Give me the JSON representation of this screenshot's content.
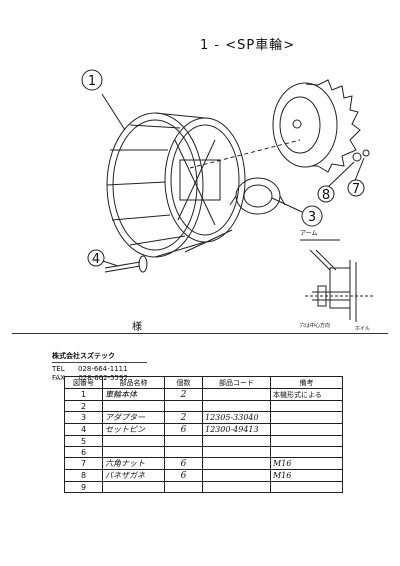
{
  "header": {
    "title": "1 - <SP車輪>"
  },
  "drawing": {
    "callouts": [
      "1",
      "3",
      "4",
      "7",
      "8"
    ],
    "detail_labels": {
      "arm": "アーム",
      "center_hole": "穴は中心方向",
      "wheel": "ホイル"
    }
  },
  "section_label": "様",
  "company": {
    "name": "株式会社スズテック",
    "tel_label": "TEL",
    "tel": "028-664-1111",
    "fax_label": "FAX",
    "fax": "028-662-5592"
  },
  "parts_table": {
    "headers": [
      "図番号",
      "部品名称",
      "個数",
      "部品コード",
      "備考"
    ],
    "rows": [
      {
        "no": "1",
        "name": "車輪本体",
        "qty": "2",
        "code": "",
        "note": "本機形式による"
      },
      {
        "no": "2",
        "name": "",
        "qty": "",
        "code": "",
        "note": ""
      },
      {
        "no": "3",
        "name": "アダプター",
        "qty": "2",
        "code": "12305-33040",
        "note": ""
      },
      {
        "no": "4",
        "name": "セットピン",
        "qty": "6",
        "code": "12300-49413",
        "note": ""
      },
      {
        "no": "5",
        "name": "",
        "qty": "",
        "code": "",
        "note": ""
      },
      {
        "no": "6",
        "name": "",
        "qty": "",
        "code": "",
        "note": ""
      },
      {
        "no": "7",
        "name": "六角ナット",
        "qty": "6",
        "code": "",
        "note": "M16"
      },
      {
        "no": "8",
        "name": "バネザガネ",
        "qty": "6",
        "code": "",
        "note": "M16"
      },
      {
        "no": "9",
        "name": "",
        "qty": "",
        "code": "",
        "note": ""
      }
    ]
  }
}
